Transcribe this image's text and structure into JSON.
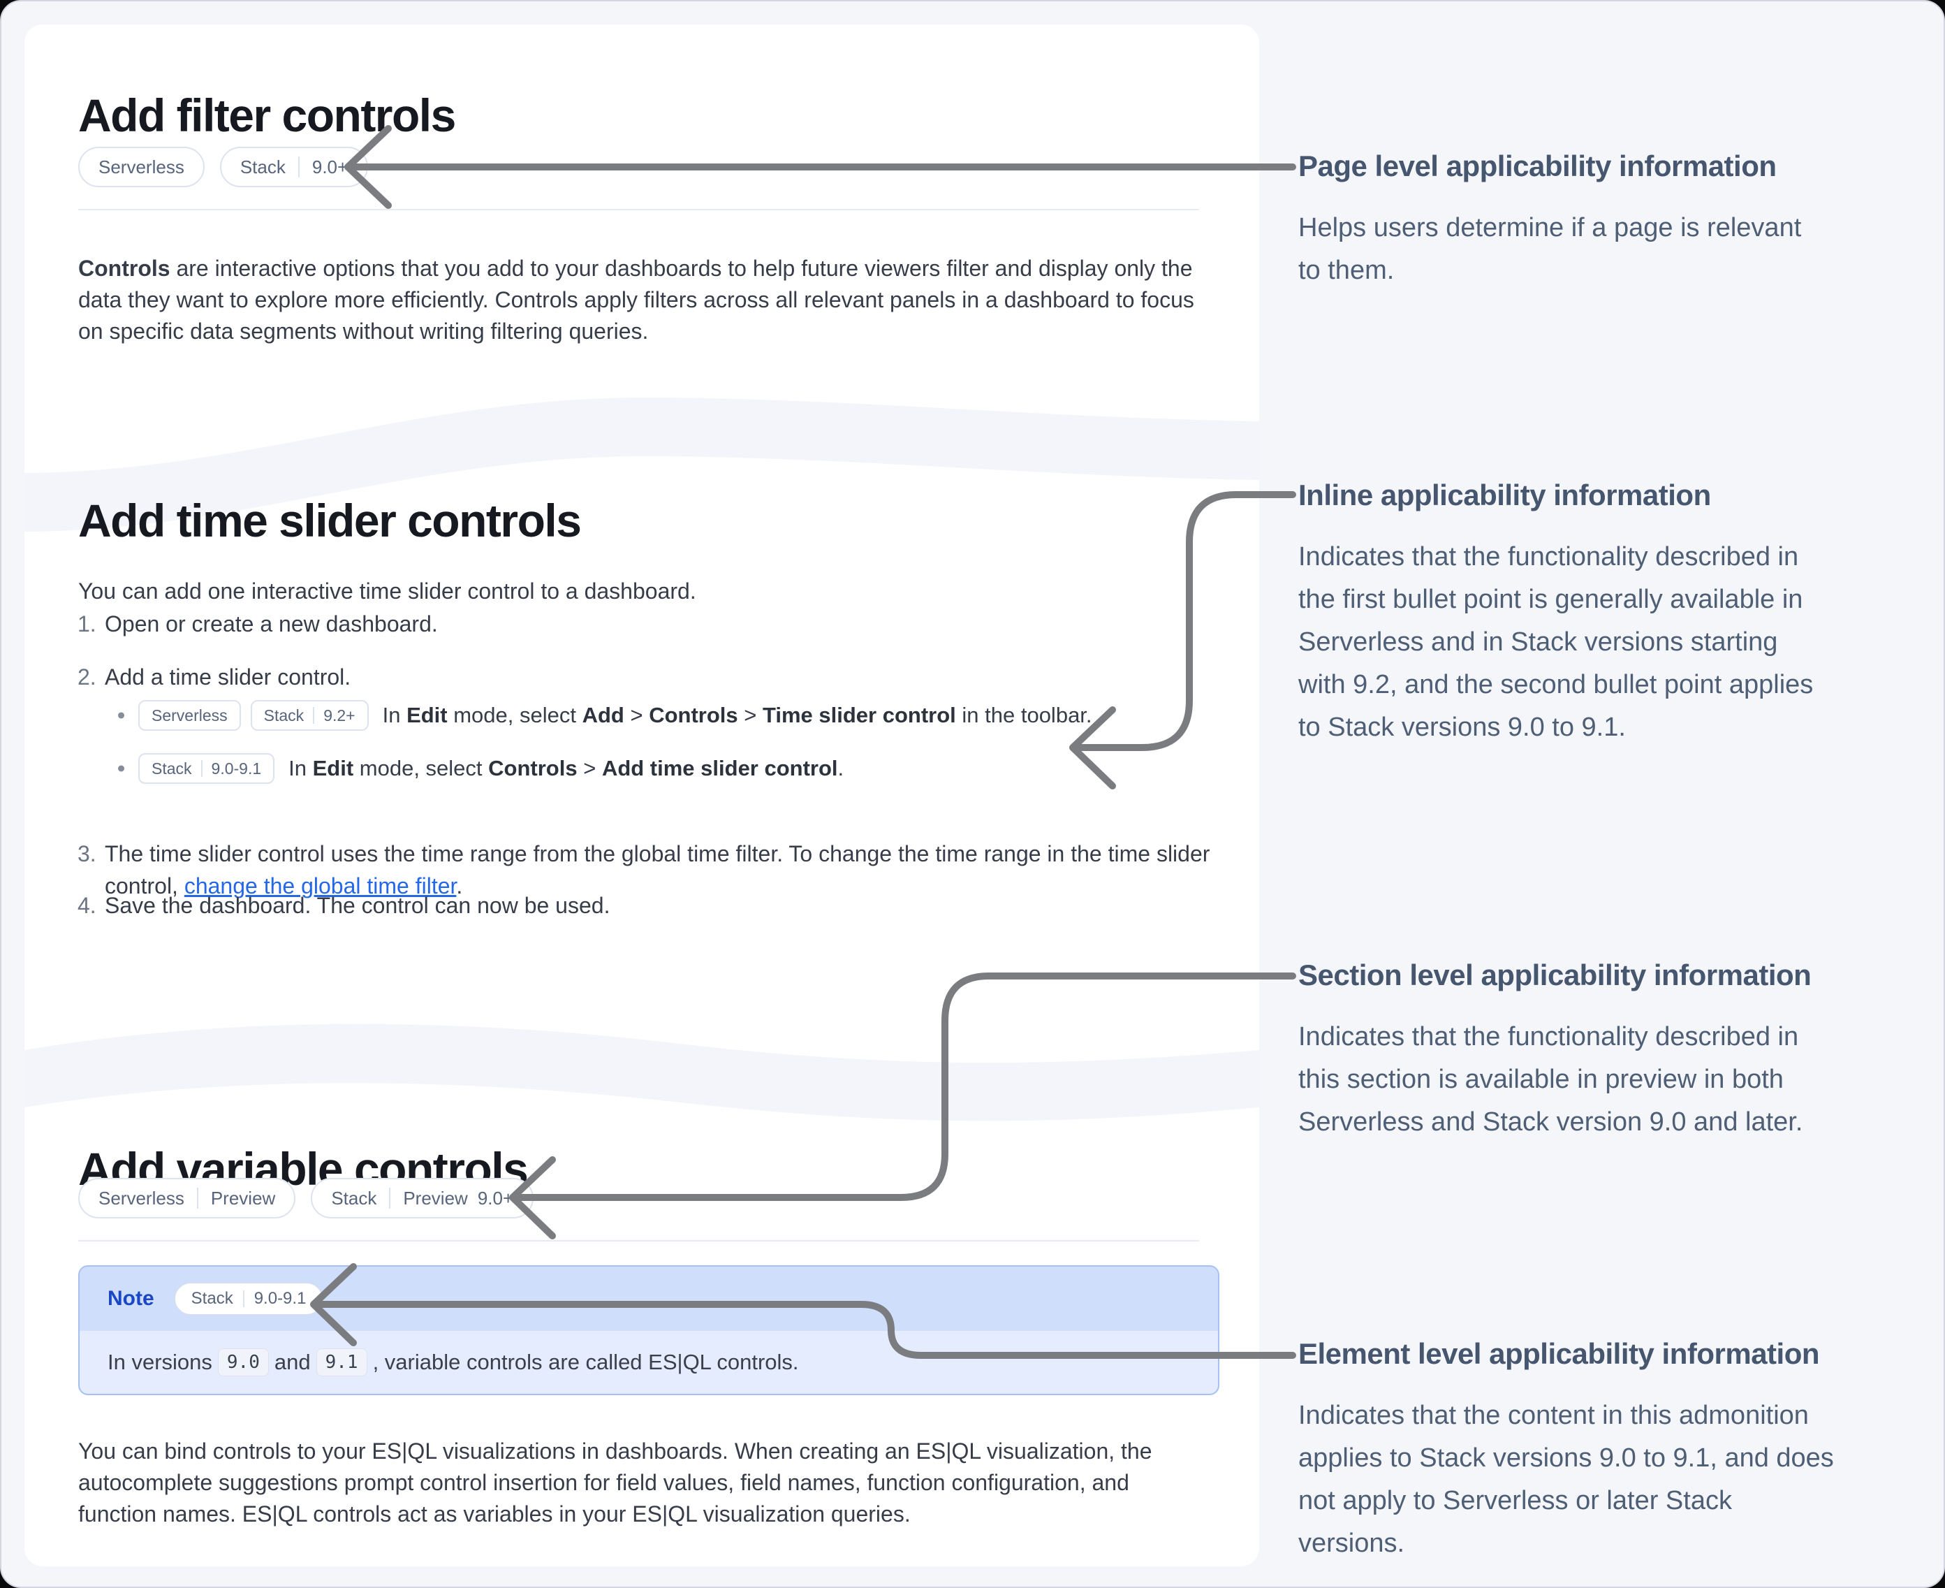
{
  "colors": {
    "page_background": "#f5f6fa",
    "card_background": "#ffffff",
    "note_border": "#a7c0f4",
    "note_header_background": "#cedefb",
    "note_body_background": "#e4ecfd",
    "note_label_blue": "#1a47c4",
    "link_blue": "#2468e8",
    "arrow_gray": "#7a7c80",
    "badge_border": "#dde3ee",
    "badge_text": "#57647c",
    "annotation_text": "#4e5e75"
  },
  "sections": {
    "filter": {
      "title": "Add filter controls",
      "badge_serverless": "Serverless",
      "badge_stack": {
        "product": "Stack",
        "version": "9.0+"
      },
      "paragraph": {
        "lead": "Controls",
        "rest": " are interactive options that you add to your dashboards to help future viewers filter and display only the\ndata they want to explore more efficiently. Controls apply filters across all relevant panels in a dashboard to focus\non specific data segments without writing filtering queries."
      }
    },
    "time_slider": {
      "title": "Add time slider controls",
      "intro": "You can add one interactive time slider control to a dashboard.",
      "steps": {
        "one": {
          "num": "1.",
          "text": "Open or create a new dashboard."
        },
        "two": {
          "num": "2.",
          "text": "Add a time slider control."
        },
        "three": {
          "num": "3.",
          "pre": "The time slider control uses the time range from the global time filter. To change the time range in the time slider\ncontrol, ",
          "link": "change the global time filter",
          "post": "."
        },
        "four": {
          "num": "4.",
          "text": "Save the dashboard. The control can now be used."
        }
      },
      "bullets": {
        "one": {
          "badge_serverless": "Serverless",
          "badge_stack": {
            "product": "Stack",
            "version": "9.2+"
          },
          "t1": "In ",
          "b1": "Edit",
          "t2": " mode, select ",
          "b2": "Add",
          "t3": " > ",
          "b3": "Controls",
          "t4": " > ",
          "b4": "Time slider control",
          "t5": " in the toolbar."
        },
        "two": {
          "badge_stack": {
            "product": "Stack",
            "version": "9.0-9.1"
          },
          "t1": "In ",
          "b1": "Edit",
          "t2": " mode, select ",
          "b2": "Controls",
          "t3": " > ",
          "b3": "Add time slider control",
          "t4": "."
        }
      }
    },
    "variable": {
      "title": "Add variable controls",
      "badge_serverless": {
        "product": "Serverless",
        "version": "Preview"
      },
      "badge_stack": {
        "product": "Stack",
        "flag": "Preview",
        "version": "9.0+"
      },
      "note": {
        "label": "Note",
        "badge": {
          "product": "Stack",
          "version": "9.0-9.1"
        },
        "t1": "In versions ",
        "code1": "9.0",
        "t2": " and ",
        "code2": "9.1",
        "t3": ", variable controls are called ES|QL controls."
      },
      "paragraph": "You can bind controls to your ES|QL visualizations in dashboards. When creating an ES|QL visualization, the\nautocomplete suggestions prompt control insertion for field values, field names, function configuration, and\nfunction names. ES|QL controls act as variables in your ES|QL visualization queries."
    }
  },
  "annotations": {
    "page": {
      "title": "Page level applicability information",
      "body": "Helps users determine if a page is relevant\nto them."
    },
    "inline": {
      "title": "Inline applicability information",
      "body": "Indicates that the functionality described in\nthe first bullet point is generally available in\nServerless and in Stack versions starting\nwith 9.2, and the second bullet point applies\nto Stack versions 9.0 to 9.1."
    },
    "section": {
      "title": "Section level applicability information",
      "body": "Indicates that the functionality described in\nthis section is available in preview in both\nServerless and Stack version 9.0 and later."
    },
    "element": {
      "title": "Element level applicability information",
      "body": "Indicates that the content in this admonition\napplies to Stack versions 9.0 to 9.1, and does\nnot apply to Serverless or later Stack\nversions."
    }
  }
}
